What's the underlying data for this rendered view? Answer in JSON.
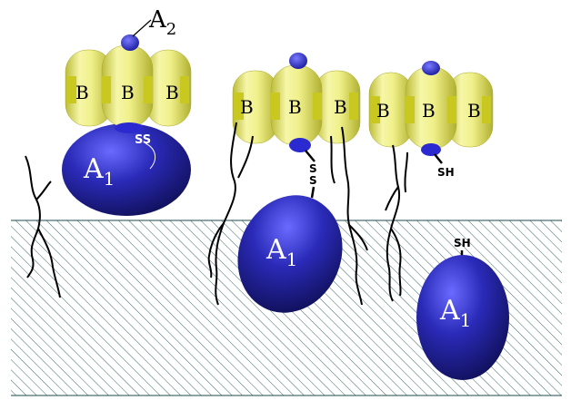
{
  "labels": {
    "a2": {
      "base": "A",
      "sub": "2"
    },
    "a1": {
      "base": "A",
      "sub": "1"
    },
    "b": "B",
    "ss": "SS",
    "s": "S",
    "sh": "SH"
  },
  "colors": {
    "background": "#ffffff",
    "membrane_lines": "#1f4a4a",
    "subunit_b": "#e8e86a",
    "subunit_b_band": "#c8c820",
    "subunit_a1": "#2a2aa8",
    "subunit_a2": "#2a2ad0",
    "text_on_b": "#000000",
    "text_on_a1": "#ffffff"
  }
}
